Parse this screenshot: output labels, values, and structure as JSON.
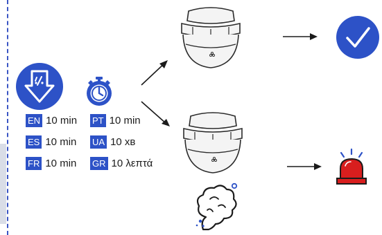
{
  "languages": [
    {
      "code": "EN",
      "value": "10 min"
    },
    {
      "code": "ES",
      "value": "10 min"
    },
    {
      "code": "FR",
      "value": "10 min"
    },
    {
      "code": "PT",
      "value": "10 min"
    },
    {
      "code": "UA",
      "value": "10 хв"
    },
    {
      "code": "GR",
      "value": "10 λεπτά"
    }
  ],
  "icons": [
    "download-arrow-icon",
    "stopwatch-icon",
    "smoke-detector-icon",
    "arrow-icon",
    "checkmark-badge-icon",
    "smoke-cloud-icon",
    "alarm-siren-icon"
  ],
  "colors": {
    "accent_blue": "#2d52c7",
    "alarm_red": "#d81e1e",
    "dash_line": "#3a55c4"
  }
}
